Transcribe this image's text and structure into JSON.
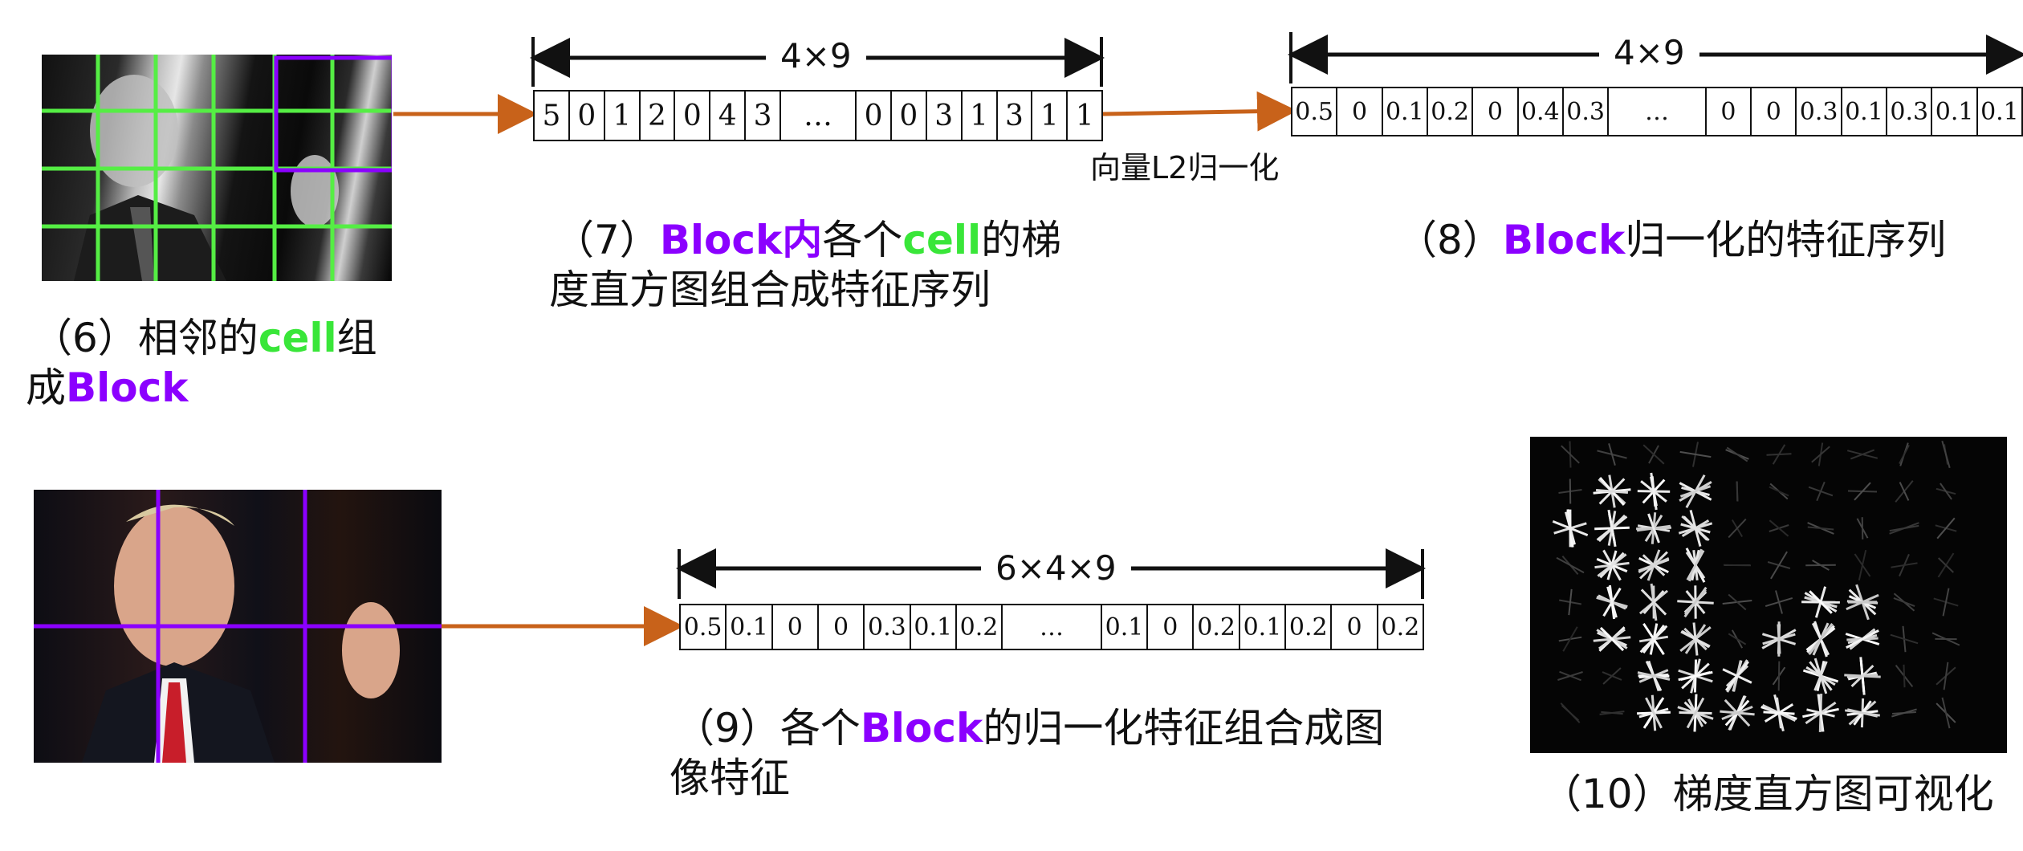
{
  "colors": {
    "purple": "#8B00FF",
    "green": "#39E639",
    "arrow": "#C8621A"
  },
  "panel6": {
    "num": "（6）",
    "t1": "相邻的",
    "cell": "cell",
    "t2": "组",
    "t3": "成",
    "block": "Block"
  },
  "panel7": {
    "num": "（7）",
    "block": "Block内",
    "t1": "各个",
    "cell": "cell",
    "t2": "的梯",
    "line2": "度直方图组合成特征序列",
    "dim": "4×9",
    "values": [
      "5",
      "0",
      "1",
      "2",
      "0",
      "4",
      "3",
      "…",
      "0",
      "0",
      "3",
      "1",
      "3",
      "1",
      "1"
    ]
  },
  "normalize_note": "向量L2归一化",
  "panel8": {
    "num": "（8）",
    "block": "Block",
    "t1": "归一化的特征序列",
    "dim": "4×9",
    "values": [
      "0.5",
      "0",
      "0.1",
      "0.2",
      "0",
      "0.4",
      "0.3",
      "…",
      "0",
      "0",
      "0.3",
      "0.1",
      "0.3",
      "0.1",
      "0.1"
    ]
  },
  "panel9": {
    "num": "（9）",
    "t1": "各个",
    "block": "Block",
    "t2": "的归一化特征组合成图",
    "line2": "像特征",
    "dim": "6×4×9",
    "values": [
      "0.5",
      "0.1",
      "0",
      "0",
      "0.3",
      "0.1",
      "0.2",
      "…",
      "0.1",
      "0",
      "0.2",
      "0.1",
      "0.2",
      "0",
      "0.2"
    ]
  },
  "panel10": {
    "caption": "（10）梯度直方图可视化"
  }
}
